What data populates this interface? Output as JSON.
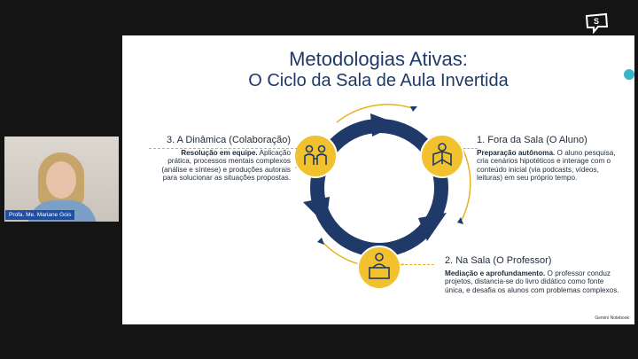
{
  "slide": {
    "title_line1": "Metodologias Ativas:",
    "title_line2": "O Ciclo da Sala de Aula Invertida",
    "steps": [
      {
        "heading": "1. Fora da Sala (O Aluno)",
        "bold": "Preparação autônoma.",
        "text": " O aluno pesquisa, cria cenários hipotéticos e interage com o conteúdo inicial (via podcasts, vídeos, leituras) em seu próprio tempo."
      },
      {
        "heading": "2. Na Sala (O Professor)",
        "bold": "Mediação e aprofundamento.",
        "text": " O professor conduz projetos, distancia-se do livro didático como fonte única, e desafia os alunos com problemas complexos."
      },
      {
        "heading": "3. A Dinâmica (Colaboração)",
        "bold": "Resolução em equipe.",
        "text": " Aplicação prática, processos mentais complexos (análise e síntese) e produções autorais para solucionar as situações propostas."
      }
    ],
    "watermark": "Gemini Notebook",
    "colors": {
      "navy": "#1f3a68",
      "gold": "#f2c12e",
      "accent": "#36b6c8"
    }
  },
  "webcam": {
    "name_label": "Profa. Me. Mariane Gois"
  },
  "branding": {
    "text": "streamyard"
  }
}
